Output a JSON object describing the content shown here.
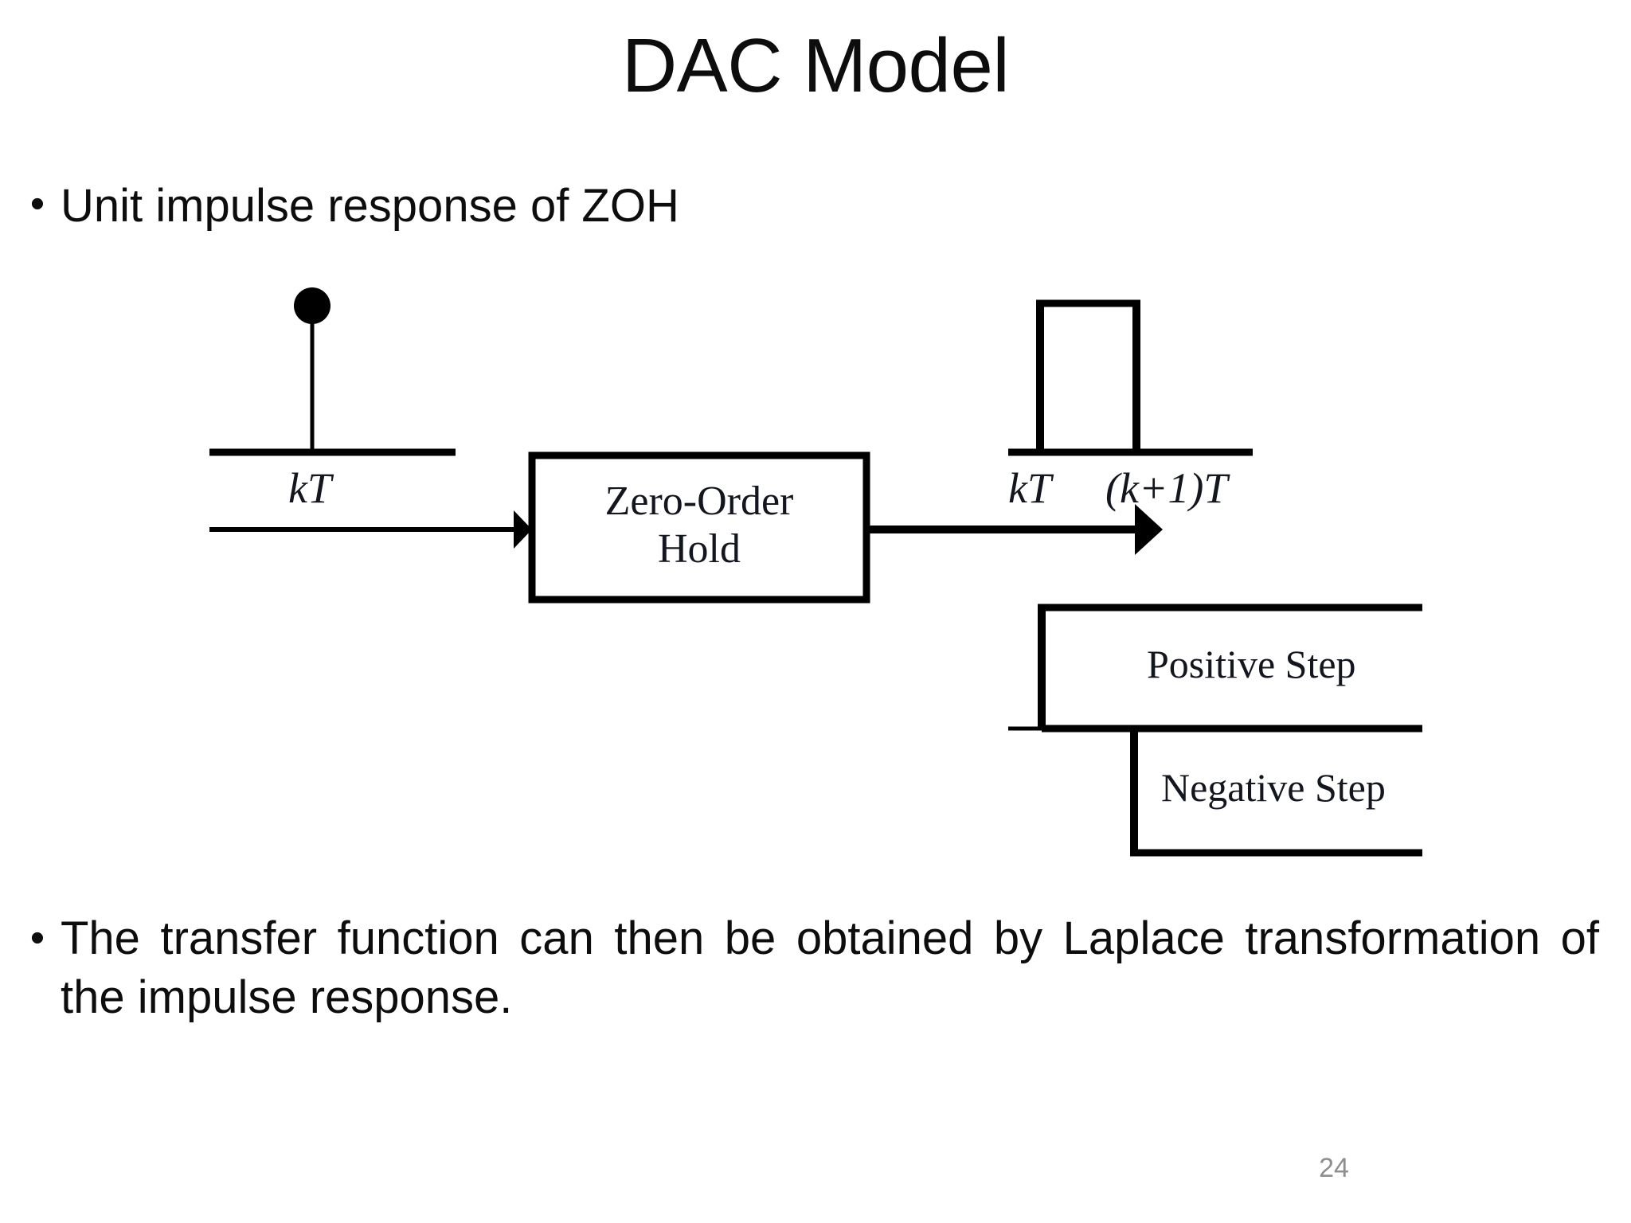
{
  "slide": {
    "title": "DAC Model",
    "page_number": "24",
    "bullet_marker": "•"
  },
  "bullets": [
    {
      "text": "Unit impulse response of ZOH"
    },
    {
      "text": "The transfer function can then be obtained by Laplace transformation of the impulse response."
    }
  ],
  "figure": {
    "input_signal": {
      "axis_label": "kT",
      "impulse_marker": "filled-dot"
    },
    "block": {
      "line1": "Zero-Order",
      "line2": "Hold"
    },
    "output_signal": {
      "axis_label_left": "kT",
      "axis_label_right_prefix": "(k",
      "axis_label_right_op": "+1)",
      "axis_label_right_suffix": "T",
      "axis_label_right": "(k+1)T"
    },
    "decomposition": [
      {
        "label": "Positive Step"
      },
      {
        "label": "Negative Step"
      }
    ]
  },
  "colors": {
    "ink": "#000000",
    "title_ink": "#0d0d0d",
    "figure_ink": "#14161f",
    "page_number_ink": "#8e8e8e",
    "background": "#ffffff"
  }
}
